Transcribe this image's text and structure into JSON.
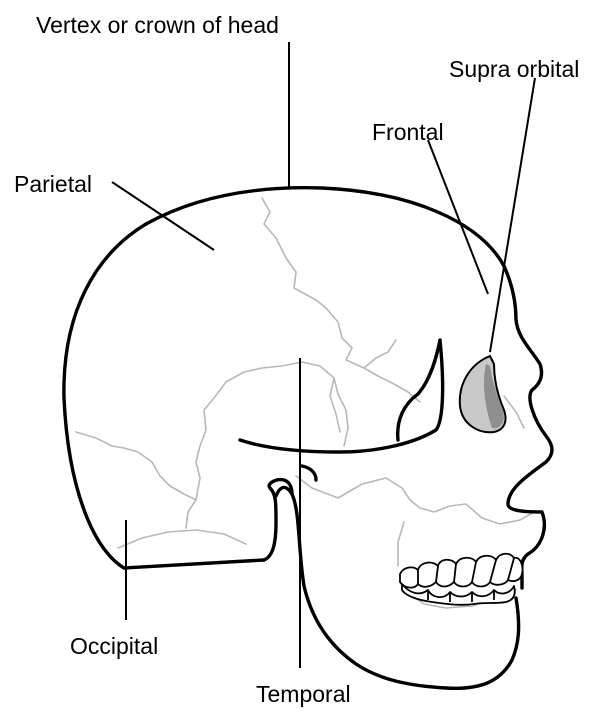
{
  "labels": {
    "vertex": "Vertex or crown of head",
    "supra_orbital": "Supra orbital",
    "frontal": "Frontal",
    "parietal": "Parietal",
    "occipital": "Occipital",
    "temporal": "Temporal"
  },
  "colors": {
    "outline": "#000000",
    "suture": "#b8b8b8",
    "orbit_fill": "#c8c8c8",
    "orbit_shadow": "#8f8f8f",
    "background": "#ffffff"
  }
}
